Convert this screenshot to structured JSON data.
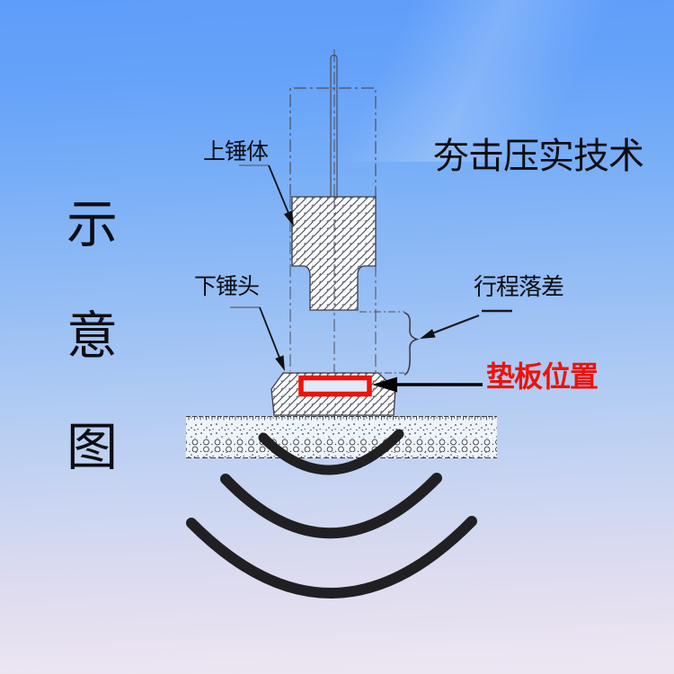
{
  "title": {
    "text": "夯击压实技术"
  },
  "side_label": {
    "full": "示意图",
    "chars": [
      "示",
      "意",
      "图"
    ]
  },
  "labels": {
    "upper_hammer": "上锤体",
    "lower_hammer": "下锤头",
    "stroke_drop": "行程落差",
    "pad_position": "垫板位置"
  },
  "diagram": {
    "parts": [
      "upper-hammer-body",
      "lower-hammer-head",
      "pad-plate",
      "ground-layer",
      "shockwaves",
      "guide-rod",
      "raised-position-phantom"
    ],
    "shockwave_count": 3
  },
  "colors": {
    "background_top": "#5e9dfa",
    "background_bottom": "#ede6f2",
    "accent_red": "#ee1208",
    "drawing_line": "#44444e",
    "shockwave_arc": "#202022",
    "text": "#0d0d12"
  }
}
